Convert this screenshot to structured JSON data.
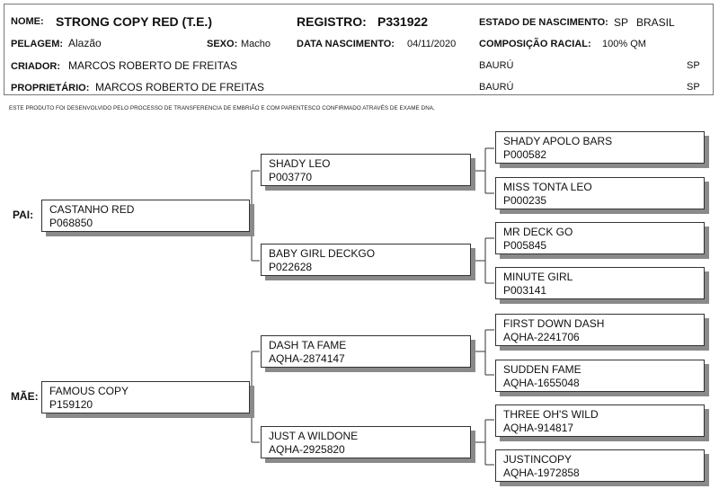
{
  "header": {
    "nome_label": "NOME:",
    "nome": "STRONG COPY RED (T.E.)",
    "registro_label": "REGISTRO:",
    "registro": "P331922",
    "estado_label": "ESTADO DE NASCIMENTO:",
    "estado": "SP",
    "pais": "BRASIL",
    "pelagem_label": "PELAGEM:",
    "pelagem": "Alazão",
    "sexo_label": "SEXO:",
    "sexo": "Macho",
    "nascimento_label": "DATA NASCIMENTO:",
    "nascimento": "04/11/2020",
    "composicao_label": "COMPOSIÇÃO RACIAL:",
    "composicao": "100% QM",
    "criador_label": "CRIADOR:",
    "criador": "MARCOS ROBERTO DE FREITAS",
    "criador_cidade": "BAURÚ",
    "criador_uf": "SP",
    "proprietario_label": "PROPRIETÁRIO:",
    "proprietario": "MARCOS ROBERTO DE FREITAS",
    "proprietario_cidade": "BAURÚ",
    "proprietario_uf": "SP"
  },
  "note": "ESTE PRODUTO FOI DESENVOLVIDO PELO PROCESSO DE TRANSFERENCIA DE EMBRIÃO E COM PARENTESCO CONFIRMADO ATRAVÉS DE EXAME DNA,",
  "pedigree": {
    "pai_label": "PAI:",
    "mae_label": "MÃE:",
    "sire": {
      "name": "CASTANHO RED",
      "reg": "P068850"
    },
    "dam": {
      "name": "FAMOUS COPY",
      "reg": "P159120"
    },
    "sire_sire": {
      "name": "SHADY LEO",
      "reg": "P003770"
    },
    "sire_dam": {
      "name": "BABY GIRL DECKGO",
      "reg": "P022628"
    },
    "dam_sire": {
      "name": "DASH TA FAME",
      "reg": "AQHA-2874147"
    },
    "dam_dam": {
      "name": "JUST A WILDONE",
      "reg": "AQHA-2925820"
    },
    "ggp": [
      {
        "name": "SHADY APOLO BARS",
        "reg": "P000582"
      },
      {
        "name": "MISS TONTA LEO",
        "reg": "P000235"
      },
      {
        "name": "MR DECK GO",
        "reg": "P005845"
      },
      {
        "name": "MINUTE GIRL",
        "reg": "P003141"
      },
      {
        "name": "FIRST DOWN DASH",
        "reg": "AQHA-2241706"
      },
      {
        "name": "SUDDEN FAME",
        "reg": "AQHA-1655048"
      },
      {
        "name": "THREE OH'S WILD",
        "reg": "AQHA-914817"
      },
      {
        "name": "JUSTINCOPY",
        "reg": "AQHA-1972858"
      }
    ]
  }
}
